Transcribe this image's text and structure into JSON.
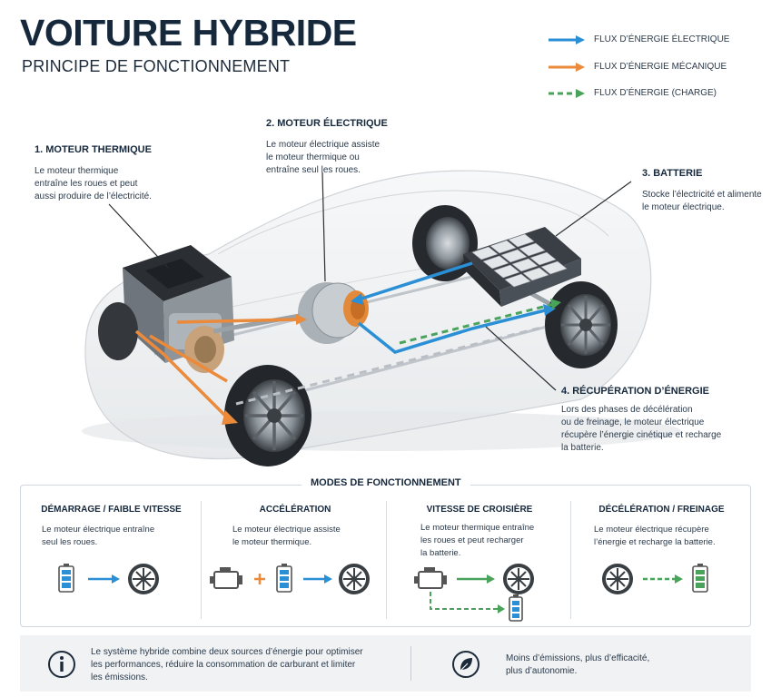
{
  "header": {
    "title": "VOITURE HYBRIDE",
    "subtitle": "PRINCIPE DE FONCTIONNEMENT"
  },
  "legend": [
    {
      "label": "FLUX D’ÉNERGIE ÉLECTRIQUE",
      "color": "#2b8fd6",
      "style": "solid"
    },
    {
      "label": "FLUX D’ÉNERGIE MÉCANIQUE",
      "color": "#ea8a3a",
      "style": "solid"
    },
    {
      "label": "FLUX D’ÉNERGIE (CHARGE)",
      "color": "#4aa35a",
      "style": "dashed"
    }
  ],
  "callouts": {
    "c1": {
      "title": "1. MOTEUR THERMIQUE",
      "text": [
        "Le moteur thermique",
        "entraîne les roues et peut",
        "aussi produire de l’électricité."
      ]
    },
    "c2": {
      "title": "2. MOTEUR ÉLECTRIQUE",
      "text": [
        "Le moteur électrique assiste",
        "le moteur thermique ou",
        "entraîne seul les roues."
      ]
    },
    "c3": {
      "title": "3. BATTERIE",
      "text": [
        "Stocke l’électricité et alimente",
        "le moteur électrique."
      ]
    },
    "c4": {
      "title": "4. RÉCUPÉRATION D’ÉNERGIE",
      "text": [
        "Lors des phases de décélération",
        "ou de freinage, le moteur électrique",
        "récupère l’énergie cinétique et recharge",
        "la batterie."
      ]
    }
  },
  "modes": {
    "title": "MODES DE FONCTIONNEMENT",
    "items": [
      {
        "title": "DÉMARRAGE / FAIBLE VITESSE",
        "text": [
          "Le moteur électrique entraîne",
          "seul les roues."
        ]
      },
      {
        "title": "ACCÉLÉRATION",
        "text": [
          "Le moteur électrique assiste",
          "le moteur thermique."
        ]
      },
      {
        "title": "VITESSE DE CROISIÈRE",
        "text": [
          "Le moteur thermique entraîne",
          "les roues et peut recharger",
          "la batterie."
        ]
      },
      {
        "title": "DÉCÉLÉRATION / FREINAGE",
        "text": [
          "Le moteur électrique récupère",
          "l’énergie et recharge la batterie."
        ]
      }
    ]
  },
  "footer": {
    "info": [
      "Le système hybride combine deux sources d’énergie pour optimiser",
      "les performances, réduire la consommation de carburant et limiter",
      "les émissions."
    ],
    "eco": [
      "Moins d’émissions, plus d’efficacité,",
      "plus d’autonomie."
    ]
  },
  "icons": [
    "info-icon",
    "leaf-icon",
    "battery-icon",
    "wheel-icon",
    "engine-icon",
    "plus-icon",
    "arrow-icon"
  ]
}
